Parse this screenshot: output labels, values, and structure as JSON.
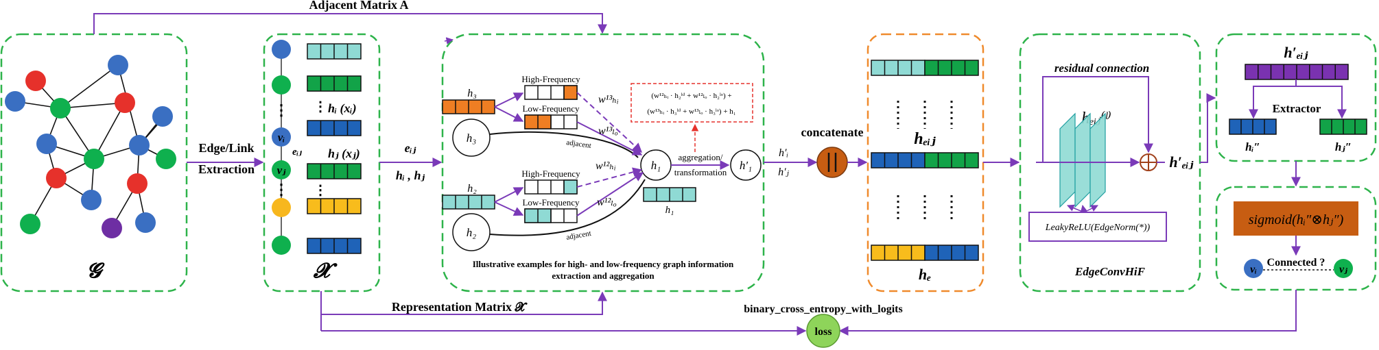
{
  "labels": {
    "adjacent_matrix": "Adjacent Matrix A",
    "edge_link_1": "Edge/Link",
    "edge_link_2": "Extraction",
    "graph_symbol": "𝓖",
    "repr_symbol": "𝓧",
    "representation_matrix": "Representation Matrix 𝓧",
    "bce": "binary_cross_entropy_with_logits",
    "loss": "loss",
    "concatenate": "concatenate",
    "residual": "residual connection",
    "leaky": "LeakyReLU(EdgeNorm(*))",
    "edgeconv": "EdgeConvHiF",
    "extractor": "Extractor",
    "connected": "Connected ?",
    "sigmoid": "sigmoid(hᵢ″⊗hⱼ″)",
    "illustrative_1": "Illustrative examples for high- and low-frequency graph information",
    "illustrative_2": "extraction and aggregation",
    "high_freq": "High-Frequency",
    "low_freq": "Low-Frequency",
    "adjacent": "adjacent",
    "aggregation_1": "aggregation/",
    "aggregation_2": "transformation",
    "formula_1": "(w¹²ₕᵢ · h₂ʰⁱ + w¹²ₗₒ · h₂ˡᵒ) +",
    "formula_2": "(w¹³ₕᵢ · h₃ʰⁱ + w¹³ₗₒ · h₃ˡᵒ) + h₁",
    "w13hi": "w¹³ₕᵢ",
    "w13lo": "w¹³ₗₒ",
    "w12hi": "w¹²ₕᵢ",
    "w12lo": "w¹²ₗₒ",
    "h1": "h₁",
    "h2": "h₂",
    "h3": "h₃",
    "h1p": "h′₁",
    "hi_xi": "hᵢ (xᵢ)",
    "hj_xj": "hⱼ (xⱼ)",
    "vi": "vᵢ",
    "vj": "vⱼ",
    "eij": "eᵢⱼ",
    "eij2": "eᵢⱼ",
    "hi_hj": "hᵢ , hⱼ",
    "hi_p": "h′ᵢ",
    "hj_p": "h′ⱼ",
    "heij": "hₑᵢⱼ",
    "he": "hₑ",
    "heij_l": "hₑᵢⱼ⁽ˡ⁾",
    "heij_p": "h′ₑᵢⱼ",
    "heij_p2": "h′ₑᵢⱼ",
    "hi_pp": "hᵢ″",
    "hj_pp": "hⱼ″",
    "dots": "⋮"
  },
  "colors": {
    "green_dash": "#2db34a",
    "orange_dash": "#ef8a2c",
    "purple": "#7a3ab8",
    "node_red": "#e6312b",
    "node_blue": "#3a6fc2",
    "node_green": "#0fb04e",
    "node_purple": "#6e2ea3",
    "node_yellow": "#f7b71e",
    "teal": "#8fdad4",
    "green_vec": "#12a348",
    "blue_vec": "#1f63b8",
    "yellow_vec": "#f8bc1c",
    "orange_vec": "#ef7e23",
    "purple_vec": "#7a32b0",
    "sigmoid_bg": "#c75d12",
    "loss_green": "#8ed45a"
  }
}
